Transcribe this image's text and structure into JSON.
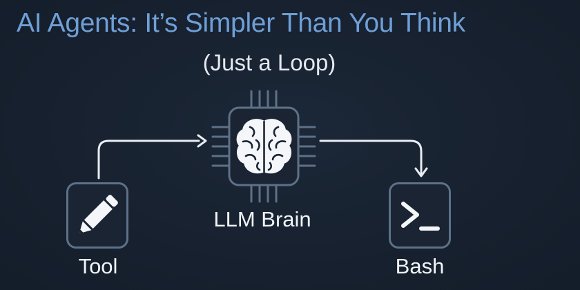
{
  "header": {
    "title": "AI Agents: It’s Simpler Than You Think",
    "subtitle": "(Just a Loop)"
  },
  "nodes": {
    "brain": {
      "label": "LLM Brain",
      "icon": "brain-chip-icon"
    },
    "tool": {
      "label": "Tool",
      "icon": "pencil-icon"
    },
    "bash": {
      "label": "Bash",
      "icon": "terminal-prompt-icon"
    }
  },
  "edges": [
    {
      "from": "tool",
      "to": "brain"
    },
    {
      "from": "brain",
      "to": "bash"
    }
  ],
  "colors": {
    "background": "#17212f",
    "title": "#6f9fd6",
    "outline": "#5d7188",
    "text": "#f1f4f8",
    "arrow": "#e8edf3"
  }
}
